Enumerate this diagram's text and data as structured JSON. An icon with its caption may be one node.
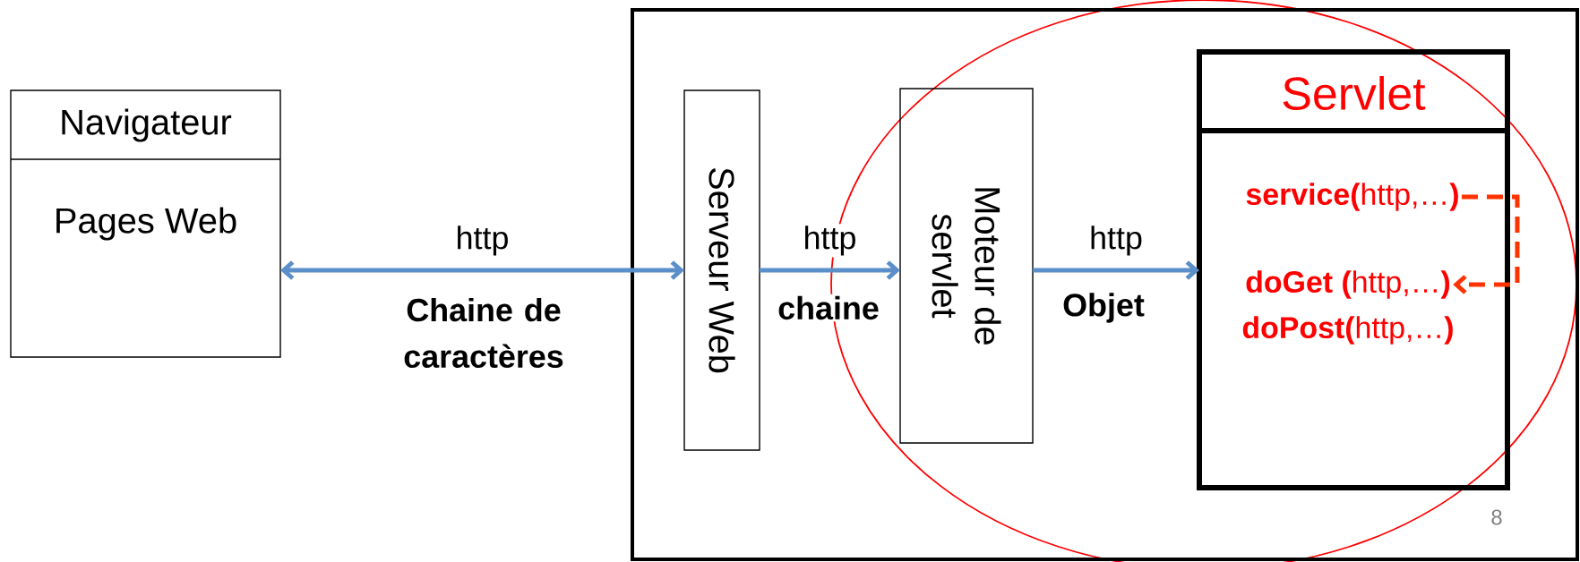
{
  "diagram": {
    "nodes": [
      {
        "text": [
          "Navigateur",
          "Pages Web"
        ]
      },
      {
        "text": [],
        "shape": "box"
      },
      {
        "text": [
          "Serveur Web"
        ],
        "in": 1
      },
      {
        "text": [
          "Moteur de servlet"
        ],
        "in": 1
      },
      {
        "text": [
          "Servlet"
        ],
        "in": 1
      },
      {
        "text": [
          "**service(**http,…**)**"
        ],
        "in": 4
      },
      {
        "text": [
          "**doGet (**http,…**)**"
        ],
        "in": 4
      },
      {
        "text": [
          "**doPost(**http,…**)**"
        ],
        "in": 4
      }
    ],
    "edges": [
      {
        "from": 0,
        "to": 2,
        "arrow": "both",
        "label": "http"
      },
      {
        "from": 2,
        "to": 3,
        "arrow": "to",
        "label": "http"
      },
      {
        "from": 3,
        "to": 4,
        "arrow": "to",
        "label": "http"
      },
      {
        "from": 5,
        "to": 6,
        "arrow": "to",
        "style": "dashed",
        "color": "#ff3300"
      }
    ],
    "labels": [
      "Chaine de caractères",
      "chaine",
      "Objet",
      "8"
    ]
  }
}
